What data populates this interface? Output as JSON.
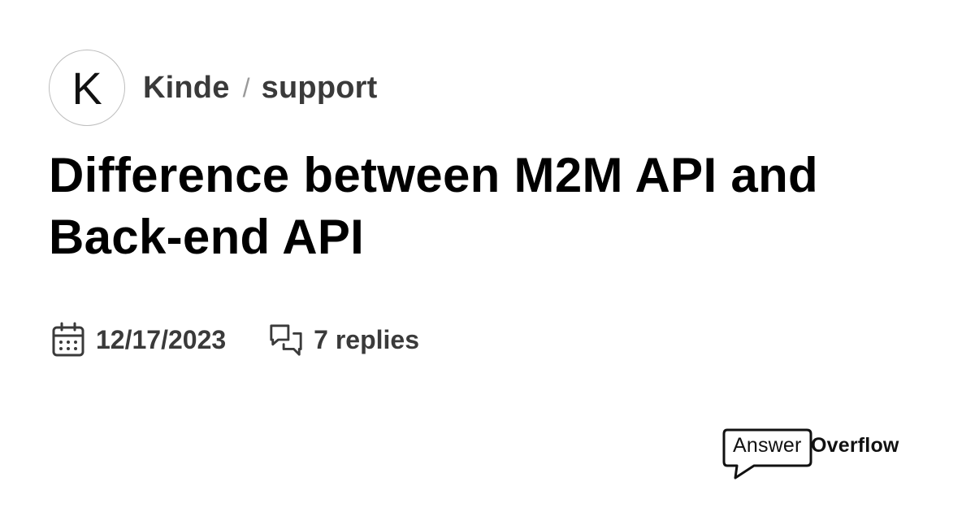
{
  "server": {
    "avatar_letter": "K",
    "name": "Kinde",
    "separator": "/",
    "channel": "support"
  },
  "thread": {
    "title": "Difference between M2M API and Back-end API",
    "date": "12/17/2023",
    "replies": "7 replies"
  },
  "icons": {
    "date": "calendar-icon",
    "replies": "chat-bubbles-icon"
  },
  "brand": {
    "answer": "Answer",
    "overflow": "Overflow"
  },
  "colors": {
    "text_primary": "#000000",
    "text_secondary": "#3a3a3a",
    "separator": "#9a9a9a",
    "avatar_border": "#bdbdbd",
    "background": "#ffffff"
  }
}
